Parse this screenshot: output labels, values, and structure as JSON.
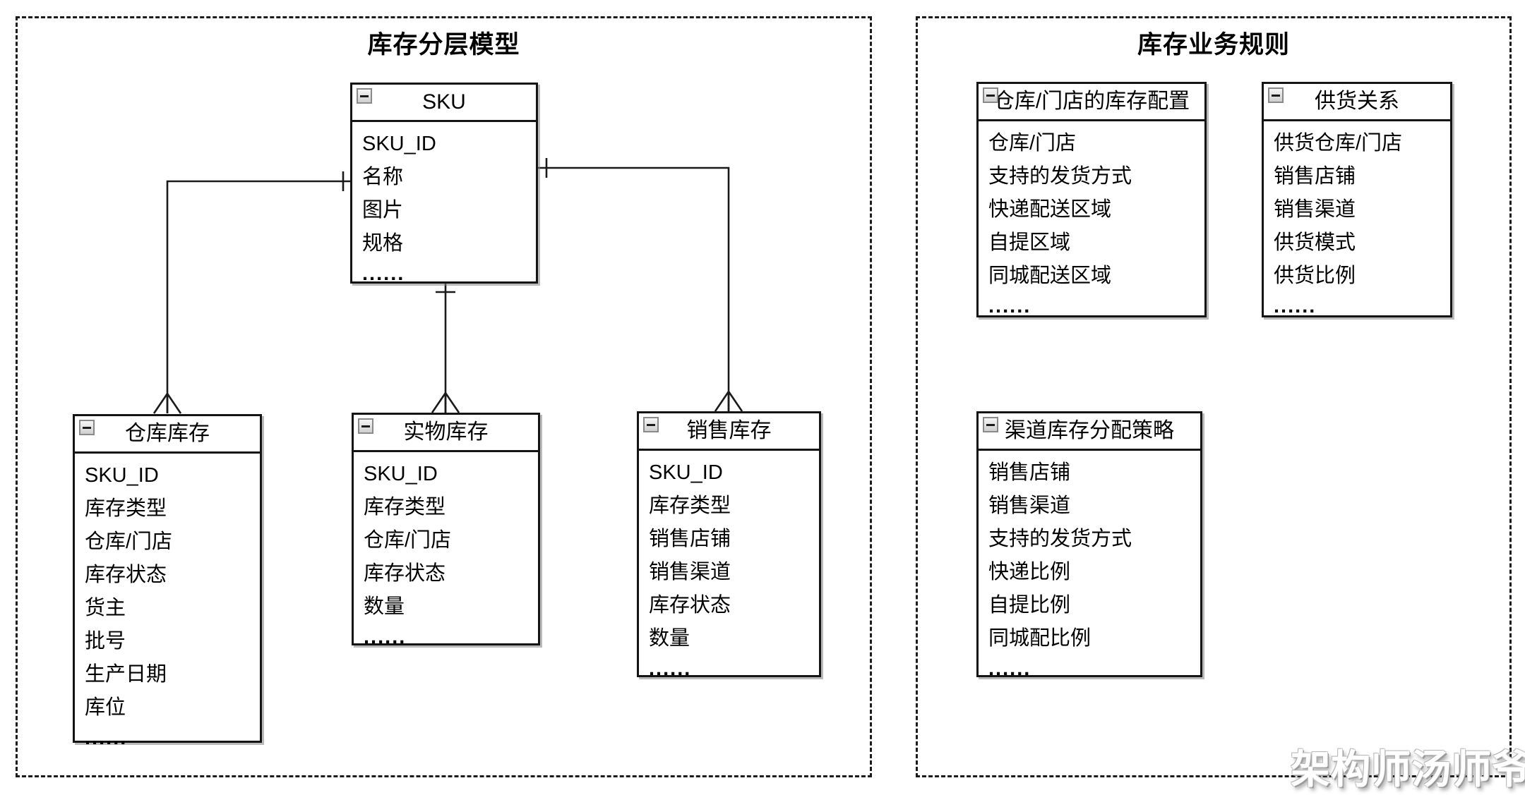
{
  "panels": [
    {
      "id": "layered",
      "title": "库存分层模型"
    },
    {
      "id": "rules",
      "title": "库存业务规则"
    }
  ],
  "entities": [
    {
      "id": "sku",
      "panel": "layered",
      "icon": "collapse-minus-icon",
      "title": "SKU",
      "fields": [
        "SKU_ID",
        "名称",
        "图片",
        "规格"
      ],
      "ellipsis": "......"
    },
    {
      "id": "warehouse",
      "panel": "layered",
      "icon": "collapse-minus-icon",
      "title": "仓库库存",
      "fields": [
        "SKU_ID",
        "库存类型",
        "仓库/门店",
        "库存状态",
        "货主",
        "批号",
        "生产日期",
        "库位"
      ],
      "ellipsis": "......"
    },
    {
      "id": "physical",
      "panel": "layered",
      "icon": "collapse-minus-icon",
      "title": "实物库存",
      "fields": [
        "SKU_ID",
        "库存类型",
        "仓库/门店",
        "库存状态",
        "数量"
      ],
      "ellipsis": "......"
    },
    {
      "id": "sales",
      "panel": "layered",
      "icon": "collapse-minus-icon",
      "title": "销售库存",
      "fields": [
        "SKU_ID",
        "库存类型",
        "销售店铺",
        "销售渠道",
        "库存状态",
        "数量"
      ],
      "ellipsis": "......"
    },
    {
      "id": "config",
      "panel": "rules",
      "icon": "collapse-minus-icon",
      "title": "仓库/门店的库存配置",
      "fields": [
        "仓库/门店",
        "支持的发货方式",
        "快递配送区域",
        "自提区域",
        "同城配送区域"
      ],
      "ellipsis": "......"
    },
    {
      "id": "supply",
      "panel": "rules",
      "icon": "collapse-minus-icon",
      "title": "供货关系",
      "fields": [
        "供货仓库/门店",
        "销售店铺",
        "销售渠道",
        "供货模式",
        "供货比例"
      ],
      "ellipsis": "......"
    },
    {
      "id": "channel",
      "panel": "rules",
      "icon": "collapse-minus-icon",
      "title": "渠道库存分配策略",
      "fields": [
        "销售店铺",
        "销售渠道",
        "支持的发货方式",
        "快递比例",
        "自提比例",
        "同城配比例"
      ],
      "ellipsis": "......"
    }
  ],
  "relationships": [
    {
      "from": "sku",
      "to": "warehouse",
      "from_marker": "one-tick",
      "to_marker": "crow-foot-many"
    },
    {
      "from": "sku",
      "to": "physical",
      "from_marker": "one-tick",
      "to_marker": "crow-foot-many"
    },
    {
      "from": "sku",
      "to": "sales",
      "from_marker": "one-tick",
      "to_marker": "crow-foot-many"
    }
  ],
  "watermark": "架构师汤师爷",
  "colors": {
    "background": "#ffffff",
    "line": "#1a1a1a",
    "entity_border": "#141414",
    "panel_border": "#1c1c1c",
    "collapse_icon_bg": "#dddddd",
    "watermark_text": "#ffffff"
  }
}
